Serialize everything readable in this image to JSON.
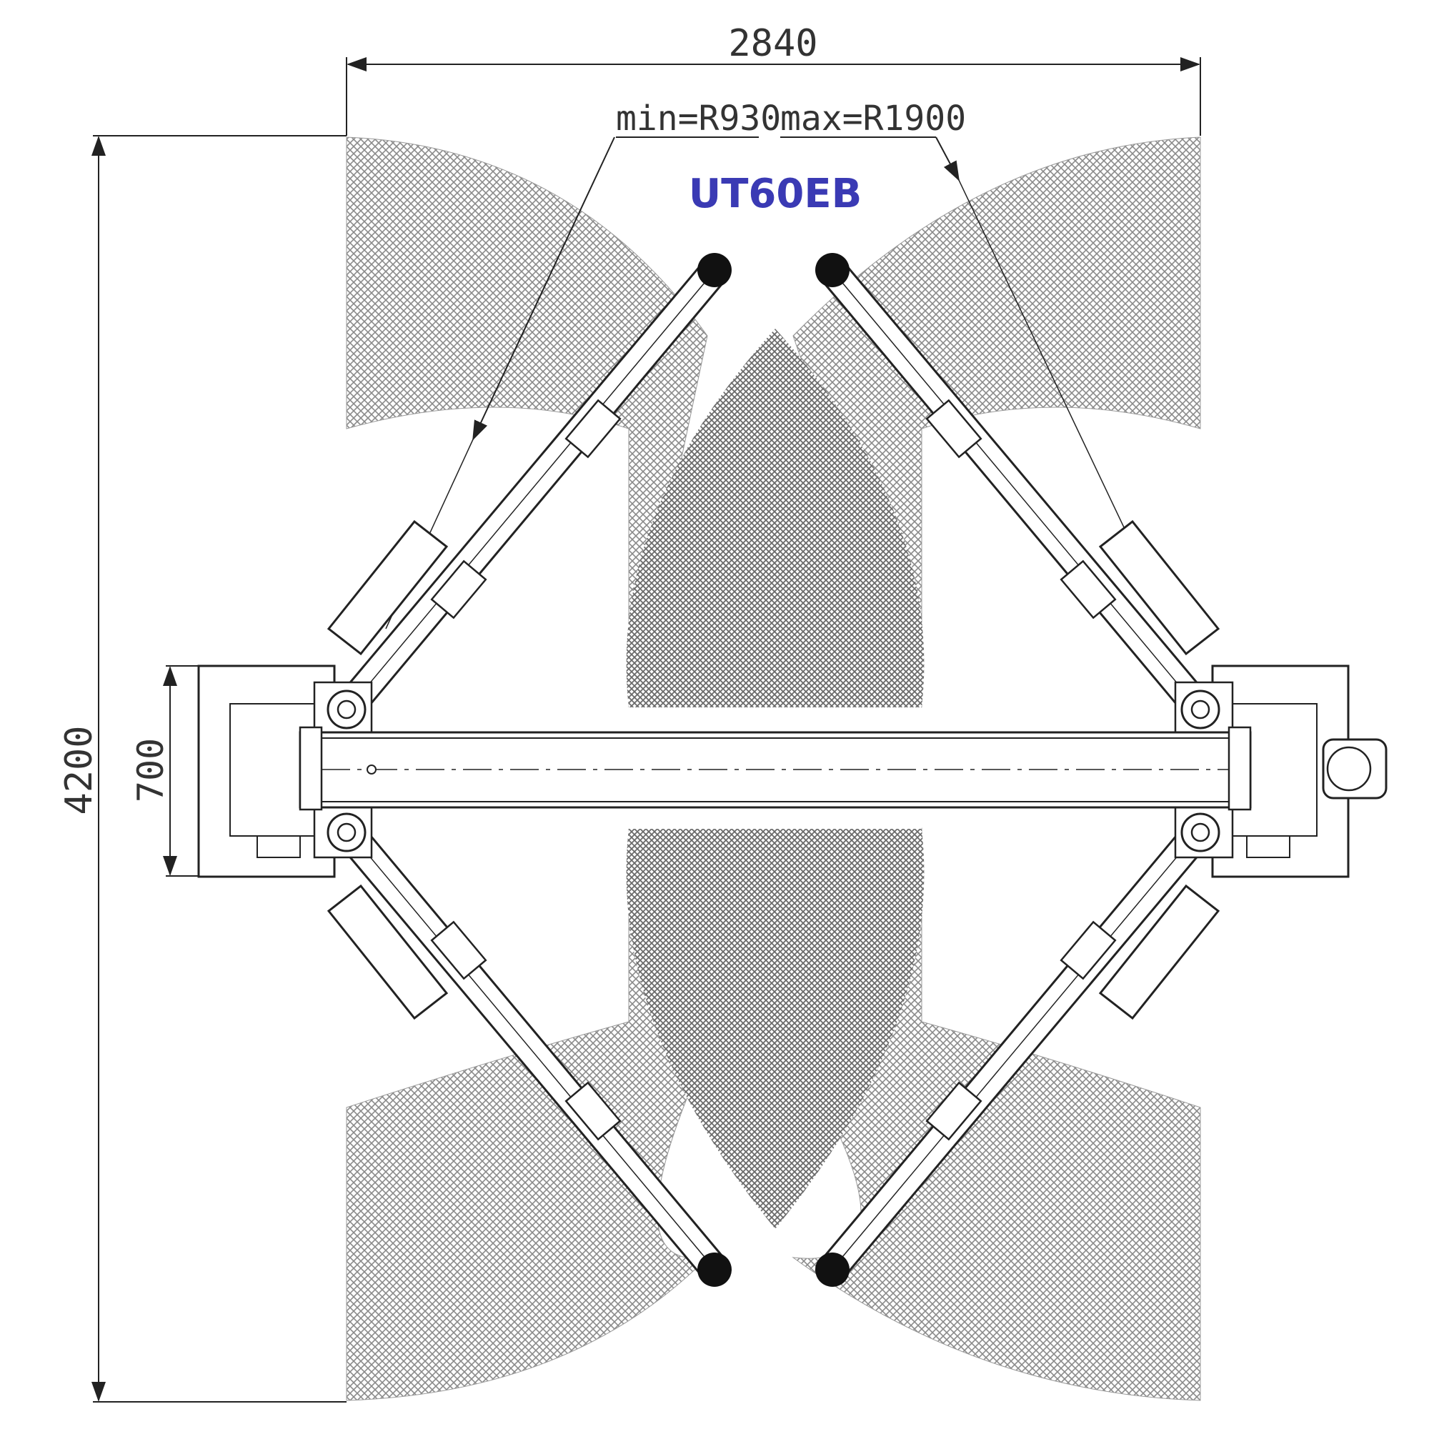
{
  "diagram": {
    "model_label": "UT60EB",
    "dimensions": {
      "overall_width": "2840",
      "overall_length": "4200",
      "column_base_depth": "700"
    },
    "radius_labels": {
      "min": "min=R930",
      "max": "max=R1900"
    },
    "colors": {
      "model_label": "#3a3ab4",
      "lines": "#222222",
      "hatch": "#9a9a9a"
    }
  }
}
